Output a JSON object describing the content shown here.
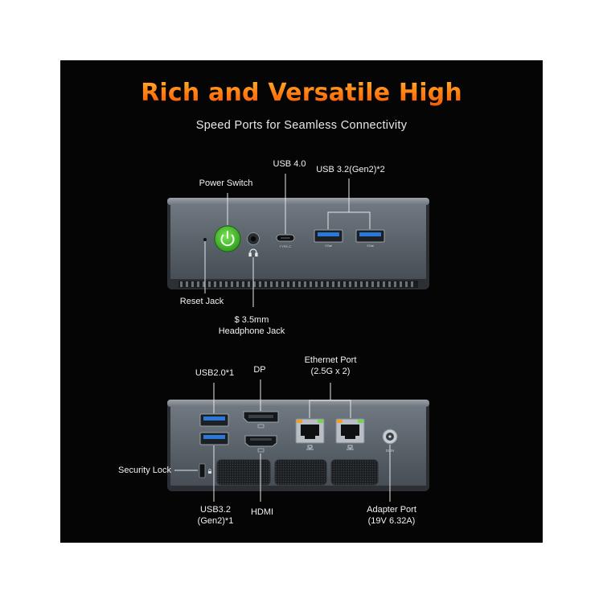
{
  "title": "Rich and Versatile High",
  "subtitle": "Speed Ports for Seamless Connectivity",
  "colors": {
    "title_orange": "#ff7a10",
    "power_green": "#3fbf2a",
    "panel_black": "#050505",
    "chassis_grey": "#5c646c"
  },
  "front_panel": {
    "labels": {
      "power_switch": "Power Switch",
      "usb4": "USB 4.0",
      "usb32_front": "USB 3.2(Gen2)*2",
      "reset_jack": "Reset Jack",
      "headphone_line1": "$ 3.5mm",
      "headphone_line2": "Headphone Jack"
    },
    "port_marks": {
      "type_c": "TYPE-C",
      "ss_a": "SS⇄",
      "ss_b": "SS⇄"
    },
    "icons": [
      "power-icon",
      "headphone-icon"
    ]
  },
  "rear_panel": {
    "labels": {
      "usb20": "USB2.0*1",
      "dp": "DP",
      "ethernet_line1": "Ethernet Port",
      "ethernet_line2": "(2.5G x 2)",
      "security_lock": "Security Lock",
      "usb32_rear_line1": "USB3.2",
      "usb32_rear_line2": "(Gen2)*1",
      "hdmi": "HDMI",
      "adapter_line1": "Adapter Port",
      "adapter_line2": "(19V 6.32A)"
    },
    "port_marks": {
      "dcin": "DCIN"
    },
    "icons": [
      "lock-icon",
      "network-icon",
      "network-icon"
    ]
  }
}
